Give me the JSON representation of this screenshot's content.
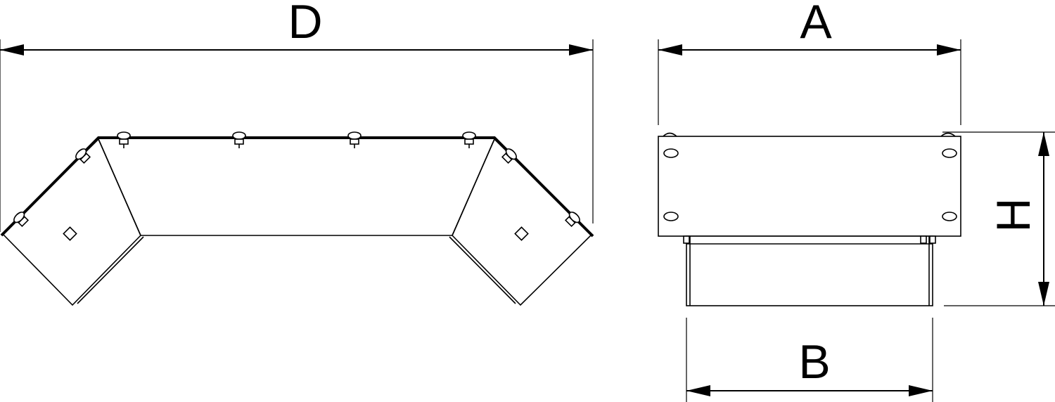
{
  "dimensions": {
    "d_label": "D",
    "a_label": "A",
    "b_label": "B",
    "h_label": "H"
  }
}
